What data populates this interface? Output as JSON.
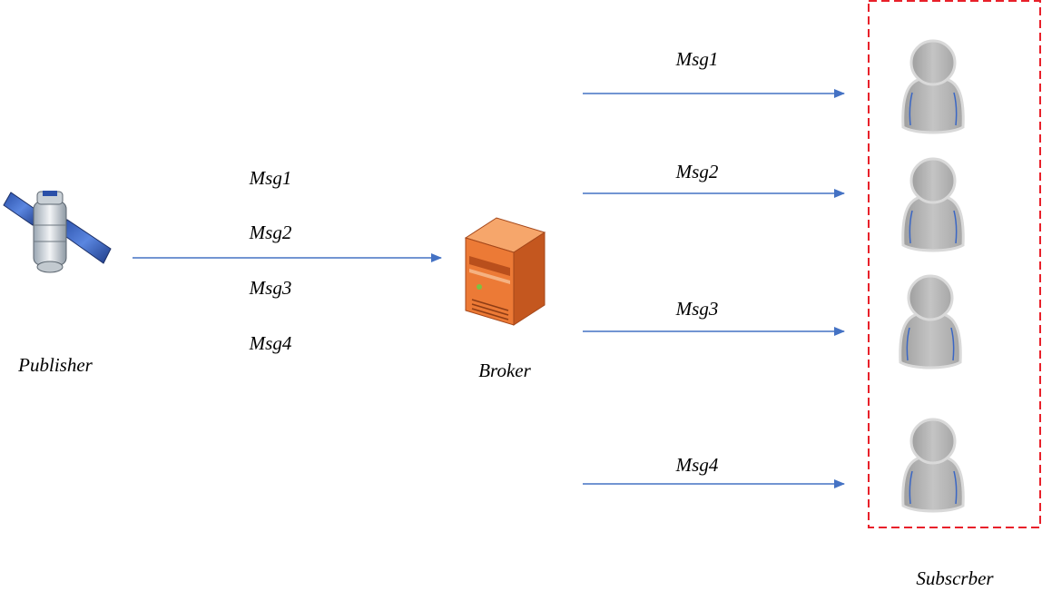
{
  "colors": {
    "arrow": "#4472c4",
    "subscriber_box": "#e8202a",
    "broker": "#e8742e",
    "person": "#b3b3b3"
  },
  "publisher": {
    "label": "Publisher",
    "icon": "satellite-icon"
  },
  "broker": {
    "label": "Broker",
    "icon": "server-icon"
  },
  "subscriber_group": {
    "label": "Subscrber",
    "icon": "user-icon"
  },
  "inbound_messages": [
    "Msg1",
    "Msg2",
    "Msg3",
    "Msg4"
  ],
  "outbound_messages": [
    "Msg1",
    "Msg2",
    "Msg3",
    "Msg4"
  ]
}
